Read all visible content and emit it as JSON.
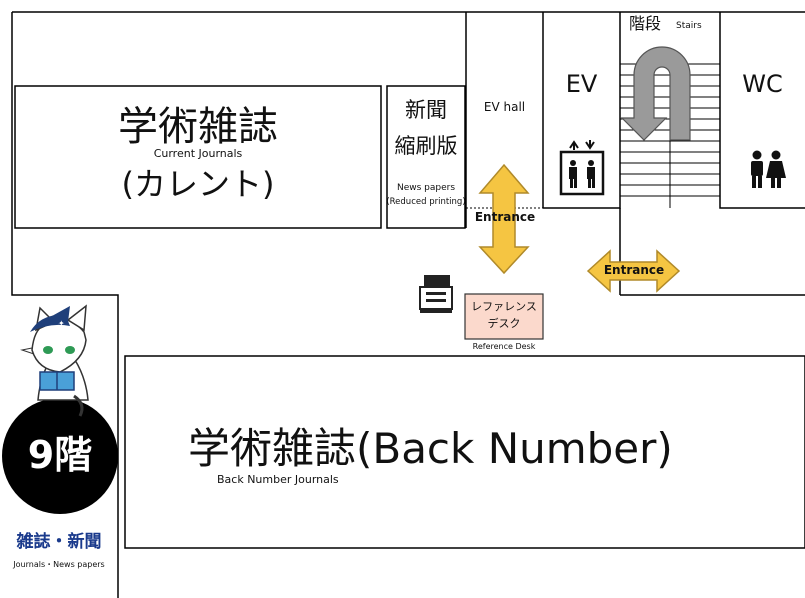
{
  "floor": {
    "number_label": "9階",
    "category_label": "雑誌・新聞",
    "category_sub": "Journals・News papers"
  },
  "rooms": {
    "current_journals": {
      "title": "学術雑誌",
      "subtitle": "Current Journals",
      "title2": "(カレント)"
    },
    "newspapers": {
      "title1": "新聞",
      "title2": "縮刷版",
      "sub1": "News papers",
      "sub2": "(Reduced printing)"
    },
    "ev_hall": {
      "label": "EV hall"
    },
    "ev": {
      "label": "EV"
    },
    "stairs": {
      "label_jp": "階段",
      "label_en": "Stairs"
    },
    "wc": {
      "label": "WC"
    },
    "reference_desk": {
      "line1": "レファレンス",
      "line2": "デスク",
      "sub": "Reference Desk"
    },
    "back_number": {
      "title": "学術雑誌(Back Number)",
      "subtitle": "Back Number Journals"
    }
  },
  "entrances": [
    {
      "label": "Entrance"
    },
    {
      "label": "Entrance"
    }
  ],
  "icons": {
    "elevator": "elevator-icon",
    "restroom": "restroom-icon",
    "copier": "copier-icon",
    "mascot": "cat-mascot-icon",
    "stairs_arrow": "stairs-arrow-icon"
  },
  "colors": {
    "wall": "#000000",
    "arrow_fill": "#f5c542",
    "arrow_stroke": "#b08a2a",
    "reference_desk_fill": "#fbd9cc",
    "floor_badge": "#000000",
    "category_text": "#1a3a8c",
    "stairs_arrow": "#9a9a9a"
  }
}
